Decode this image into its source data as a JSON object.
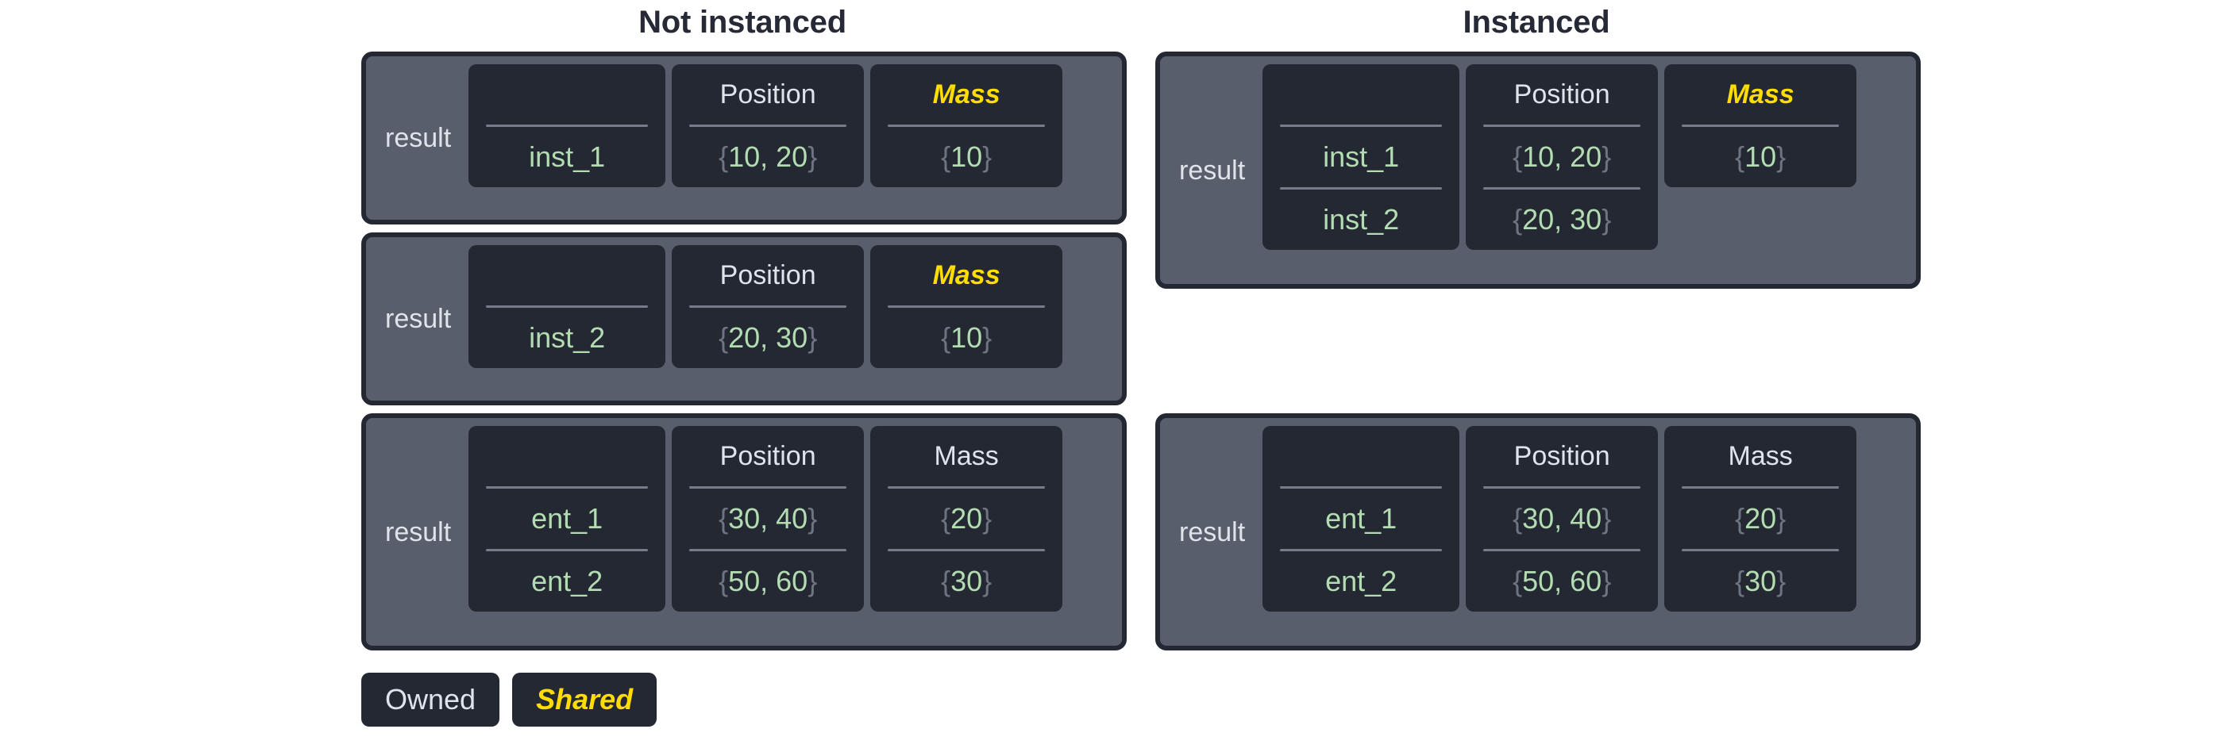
{
  "columns": [
    {
      "title": "Not instanced",
      "panels": [
        {
          "label": "result",
          "fields": [
            {
              "header": "",
              "style": "blank",
              "values": [
                "inst_1"
              ]
            },
            {
              "header": "Position",
              "style": "owned",
              "values": [
                "{10, 20}"
              ]
            },
            {
              "header": "Mass",
              "style": "shared",
              "values": [
                "{10}"
              ]
            }
          ]
        },
        {
          "label": "result",
          "fields": [
            {
              "header": "",
              "style": "blank",
              "values": [
                "inst_2"
              ]
            },
            {
              "header": "Position",
              "style": "owned",
              "values": [
                "{20, 30}"
              ]
            },
            {
              "header": "Mass",
              "style": "shared",
              "values": [
                "{10}"
              ]
            }
          ]
        },
        {
          "label": "result",
          "fields": [
            {
              "header": "",
              "style": "blank",
              "values": [
                "ent_1",
                "ent_2"
              ]
            },
            {
              "header": "Position",
              "style": "owned",
              "values": [
                "{30, 40}",
                "{50, 60}"
              ]
            },
            {
              "header": "Mass",
              "style": "owned",
              "values": [
                "{20}",
                "{30}"
              ]
            }
          ]
        }
      ]
    },
    {
      "title": "Instanced",
      "panels": [
        {
          "label": "result",
          "fields": [
            {
              "header": "",
              "style": "blank",
              "values": [
                "inst_1",
                "inst_2"
              ]
            },
            {
              "header": "Position",
              "style": "owned",
              "values": [
                "{10, 20}",
                "{20, 30}"
              ]
            },
            {
              "header": "Mass",
              "style": "shared",
              "values": [
                "{10}"
              ]
            }
          ]
        },
        {
          "label": "result",
          "fields": [
            {
              "header": "",
              "style": "blank",
              "values": [
                "ent_1",
                "ent_2"
              ]
            },
            {
              "header": "Position",
              "style": "owned",
              "values": [
                "{30, 40}",
                "{50, 60}"
              ]
            },
            {
              "header": "Mass",
              "style": "owned",
              "values": [
                "{20}",
                "{30}"
              ]
            }
          ]
        }
      ]
    }
  ],
  "legend": [
    {
      "label": "Owned",
      "style": "owned"
    },
    {
      "label": "Shared",
      "style": "shared"
    }
  ],
  "colors": {
    "background": "#ffffff",
    "title_text": "#262a36",
    "panel_fill": "#585e6c",
    "panel_border": "#242833",
    "card_fill": "#242832",
    "header_text": "#dfe3ea",
    "value_text": "#b3dcb2",
    "brace_text": "#6d7482",
    "divider": "#767c89",
    "shared_accent": "#ffdd00"
  }
}
